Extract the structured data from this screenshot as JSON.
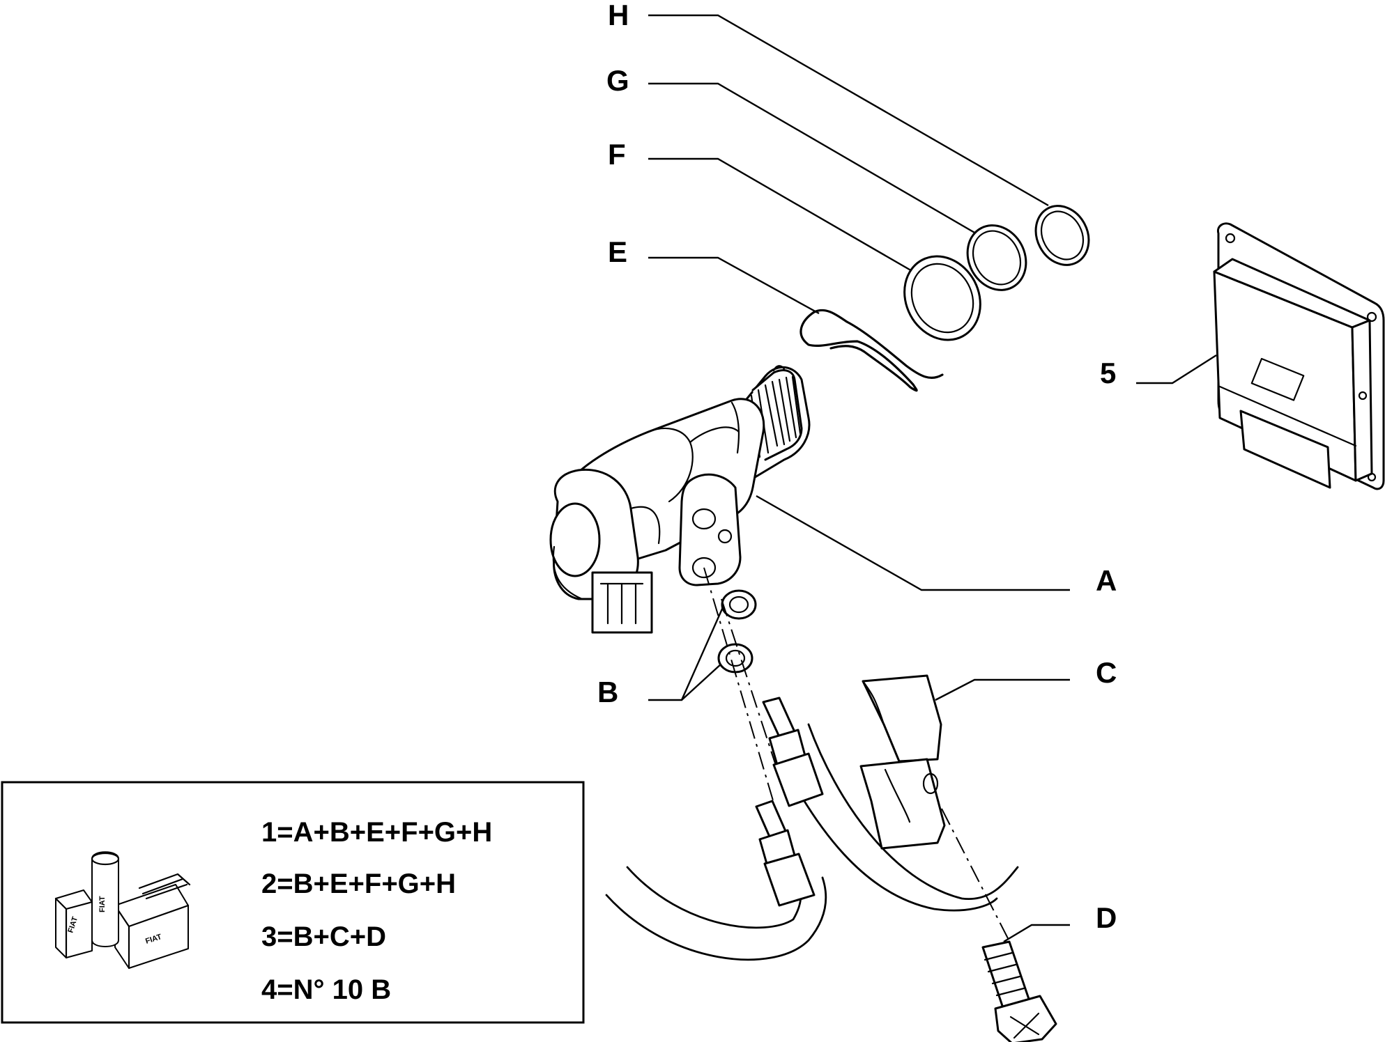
{
  "callouts": {
    "H": "H",
    "G": "G",
    "F": "F",
    "E": "E",
    "A": "A",
    "B": "B",
    "C": "C",
    "D": "D",
    "five": "5"
  },
  "legend": {
    "kits": [
      "1=A+B+E+F+G+H",
      "2=B+E+F+G+H",
      "3=B+C+D",
      "4=N° 10 B"
    ],
    "icon": "fiat-parts-kit-icon",
    "icon_text": [
      "FIAT",
      "FIAT",
      "FIAT"
    ]
  },
  "colors": {
    "line": "#000000",
    "background": "#ffffff"
  }
}
